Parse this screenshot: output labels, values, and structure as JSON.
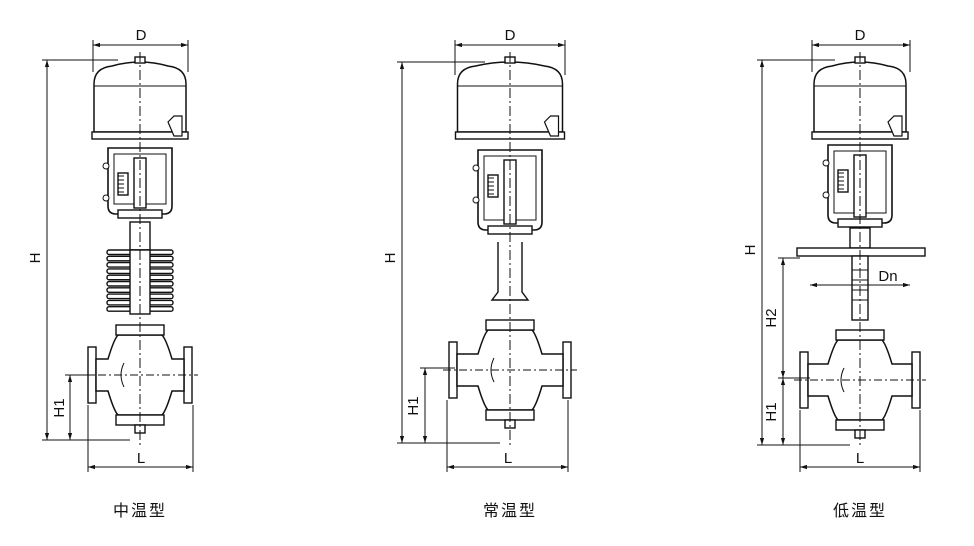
{
  "figures": [
    {
      "caption": "中温型",
      "labels": {
        "d": "D",
        "h": "H",
        "h1": "H1",
        "l": "L"
      }
    },
    {
      "caption": "常温型",
      "labels": {
        "d": "D",
        "h": "H",
        "h1": "H1",
        "l": "L"
      }
    },
    {
      "caption": "低温型",
      "labels": {
        "d": "D",
        "h": "H",
        "h1": "H1",
        "h2": "H2",
        "l": "L",
        "dn": "Dn"
      }
    }
  ],
  "colors": {
    "line": "#111111",
    "background": "#ffffff"
  }
}
